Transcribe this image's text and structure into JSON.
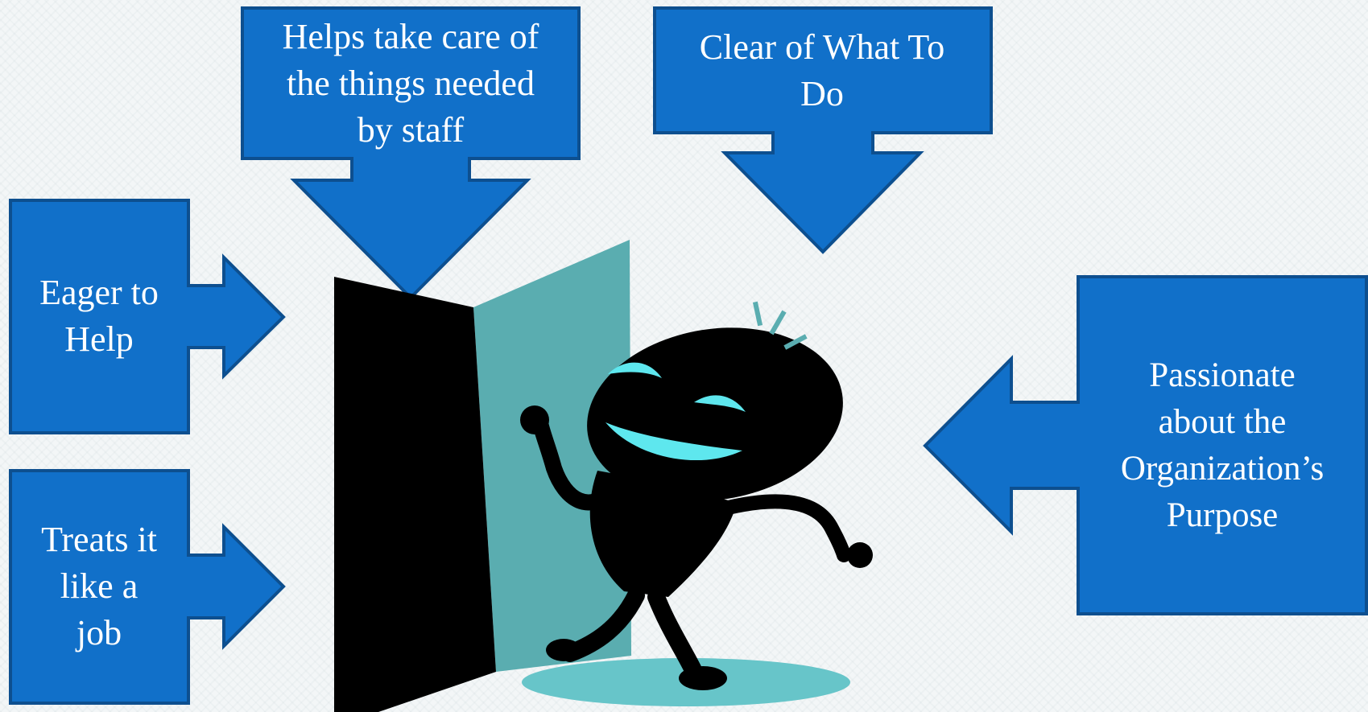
{
  "callouts": {
    "top_left": "Helps take care of\nthe things needed\nby staff",
    "top_right": "Clear of What To\nDo",
    "left_upper": "Eager to\nHelp",
    "left_lower": "Treats it\nlike a\njob",
    "right": "Passionate\nabout the\nOrganization’s\nPurpose"
  },
  "colors": {
    "callout_fill": "#1170c9",
    "callout_stroke": "#0d4f8f",
    "door": "#000000",
    "wall": "#5aadb0",
    "floor_shadow": "#67c5c9",
    "face_accent": "#5ee7ee",
    "text": "#ffffff"
  },
  "icons": {
    "figure": "happy-figure-entering-door-icon"
  }
}
